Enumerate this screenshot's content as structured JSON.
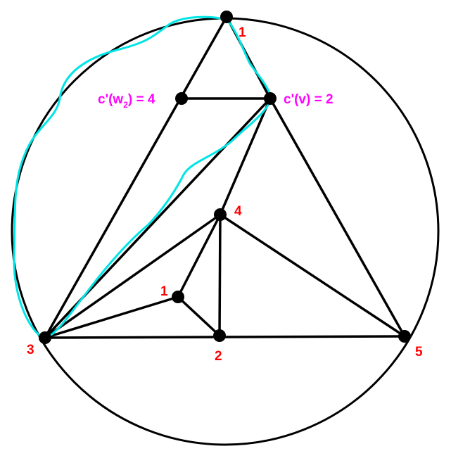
{
  "labels": {
    "top": "1",
    "inner4": "4",
    "inner1": "1",
    "bottom2": "2",
    "left3": "3",
    "right5": "5",
    "w2_prefix": "c'(w",
    "w2_sub": "2",
    "w2_suffix": ") = 4",
    "v_label": "c'(v) = 2"
  },
  "colors": {
    "edge": "#000000",
    "vertex_label": "#ff0000",
    "color_label": "#ff00ff",
    "curve": "#00e5e5"
  }
}
